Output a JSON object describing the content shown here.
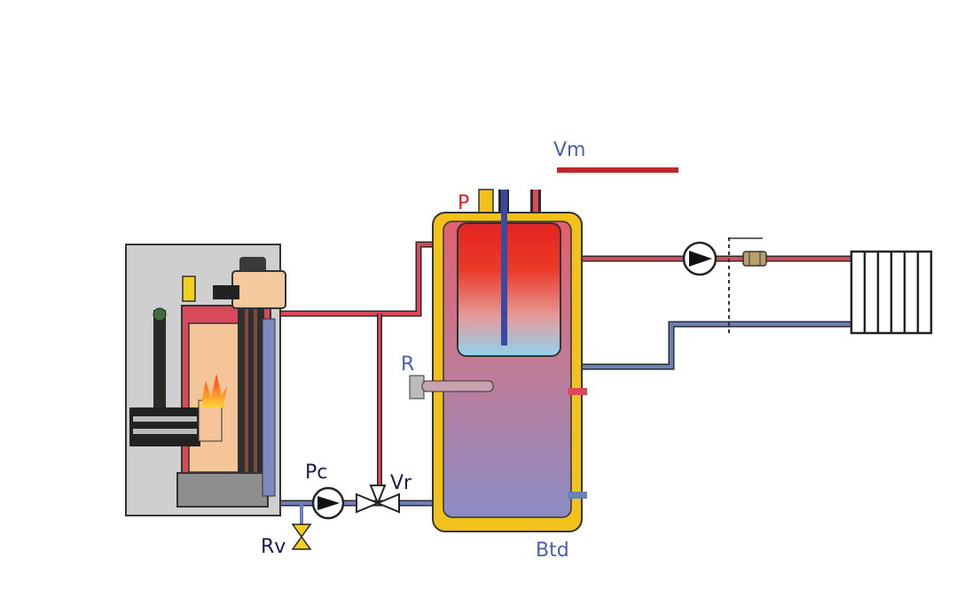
{
  "colors": {
    "hot": "#d84a5a",
    "cold": "#6b7fb8",
    "tank_shell": "#f2c21a",
    "label_blue": "#4a5fb0",
    "label_red": "#e02020",
    "label_dark": "#1c1c4a",
    "boiler_casing": "#cfcfcf"
  },
  "labels": {
    "vm": "Vm",
    "p": "P",
    "r": "R",
    "btd": "Btd",
    "pc": "Pc",
    "vr": "Vr",
    "rv": "Rv"
  },
  "components": {
    "boiler": "pellet-boiler-icon",
    "tank": "buffer-tank-icon",
    "radiator": "radiator-icon",
    "pumps": [
      "pump-icon",
      "pump-icon"
    ],
    "valves": [
      "three-way-valve-icon",
      "relief-valve-icon"
    ]
  }
}
